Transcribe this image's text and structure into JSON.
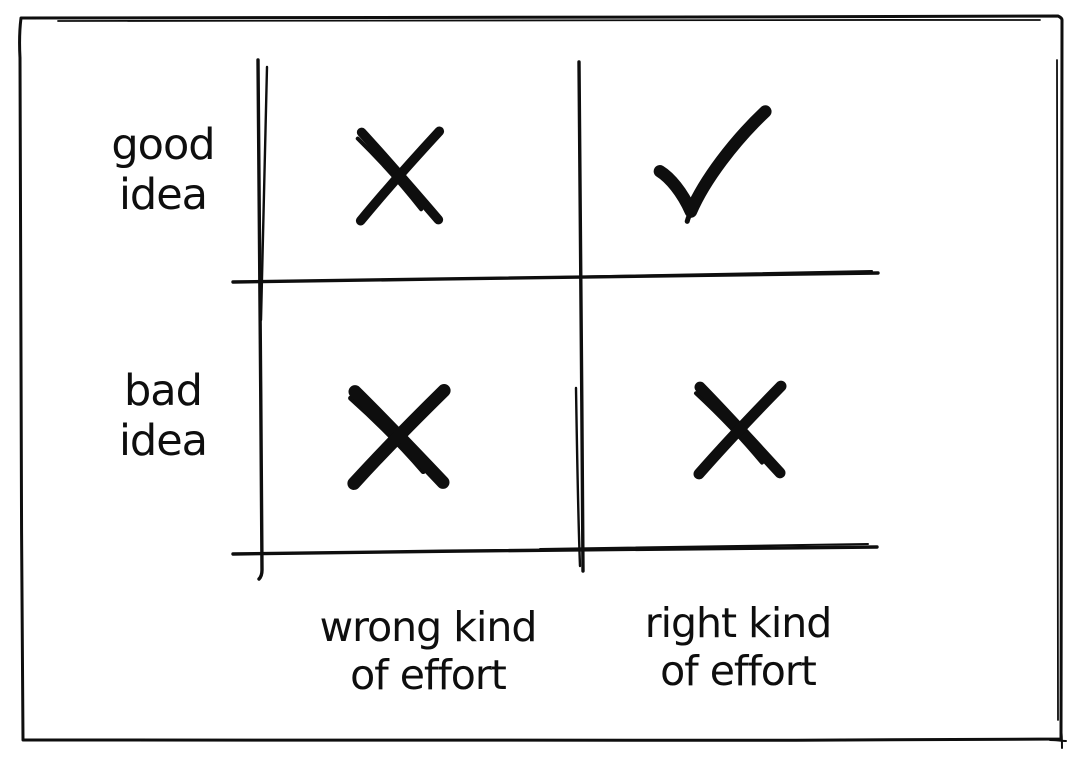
{
  "matrix": {
    "rows": [
      {
        "name": "good idea",
        "label_lines": [
          "good",
          "idea"
        ]
      },
      {
        "name": "bad idea",
        "label_lines": [
          "bad",
          "idea"
        ]
      }
    ],
    "columns": [
      {
        "name": "wrong kind of effort",
        "label_lines": [
          "wrong kind",
          "of effort"
        ]
      },
      {
        "name": "right kind of effort",
        "label_lines": [
          "right kind",
          "of effort"
        ]
      }
    ],
    "cells": [
      {
        "row": "good idea",
        "column": "wrong kind of effort",
        "mark": "x-mark"
      },
      {
        "row": "good idea",
        "column": "right kind of effort",
        "mark": "check-mark"
      },
      {
        "row": "bad idea",
        "column": "wrong kind of effort",
        "mark": "x-mark"
      },
      {
        "row": "bad idea",
        "column": "right kind of effort",
        "mark": "x-mark"
      }
    ]
  },
  "icons": {
    "x-mark": "x-mark-icon",
    "check-mark": "check-mark-icon"
  },
  "colors": {
    "ink": "#0e0e0e",
    "background": "#ffffff"
  }
}
